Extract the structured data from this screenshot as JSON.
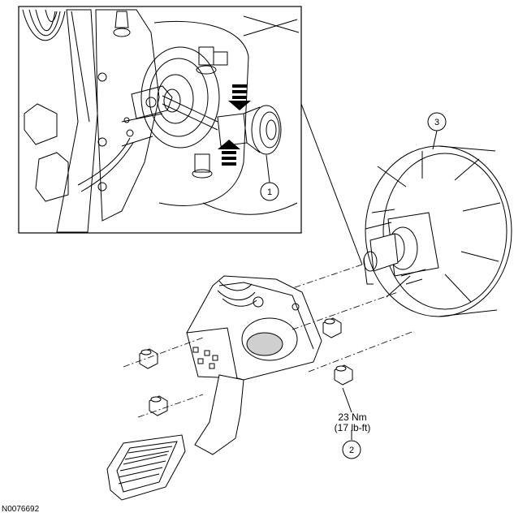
{
  "figure_id": "N0076692",
  "callouts": [
    {
      "label": "1"
    },
    {
      "label": "2"
    },
    {
      "label": "3"
    }
  ],
  "torque_spec": {
    "metric": "23 Nm",
    "imperial": "(17 lb-ft)"
  },
  "colors": {
    "line": "#000000",
    "background": "#ffffff",
    "shade": "#cfcfcf"
  }
}
